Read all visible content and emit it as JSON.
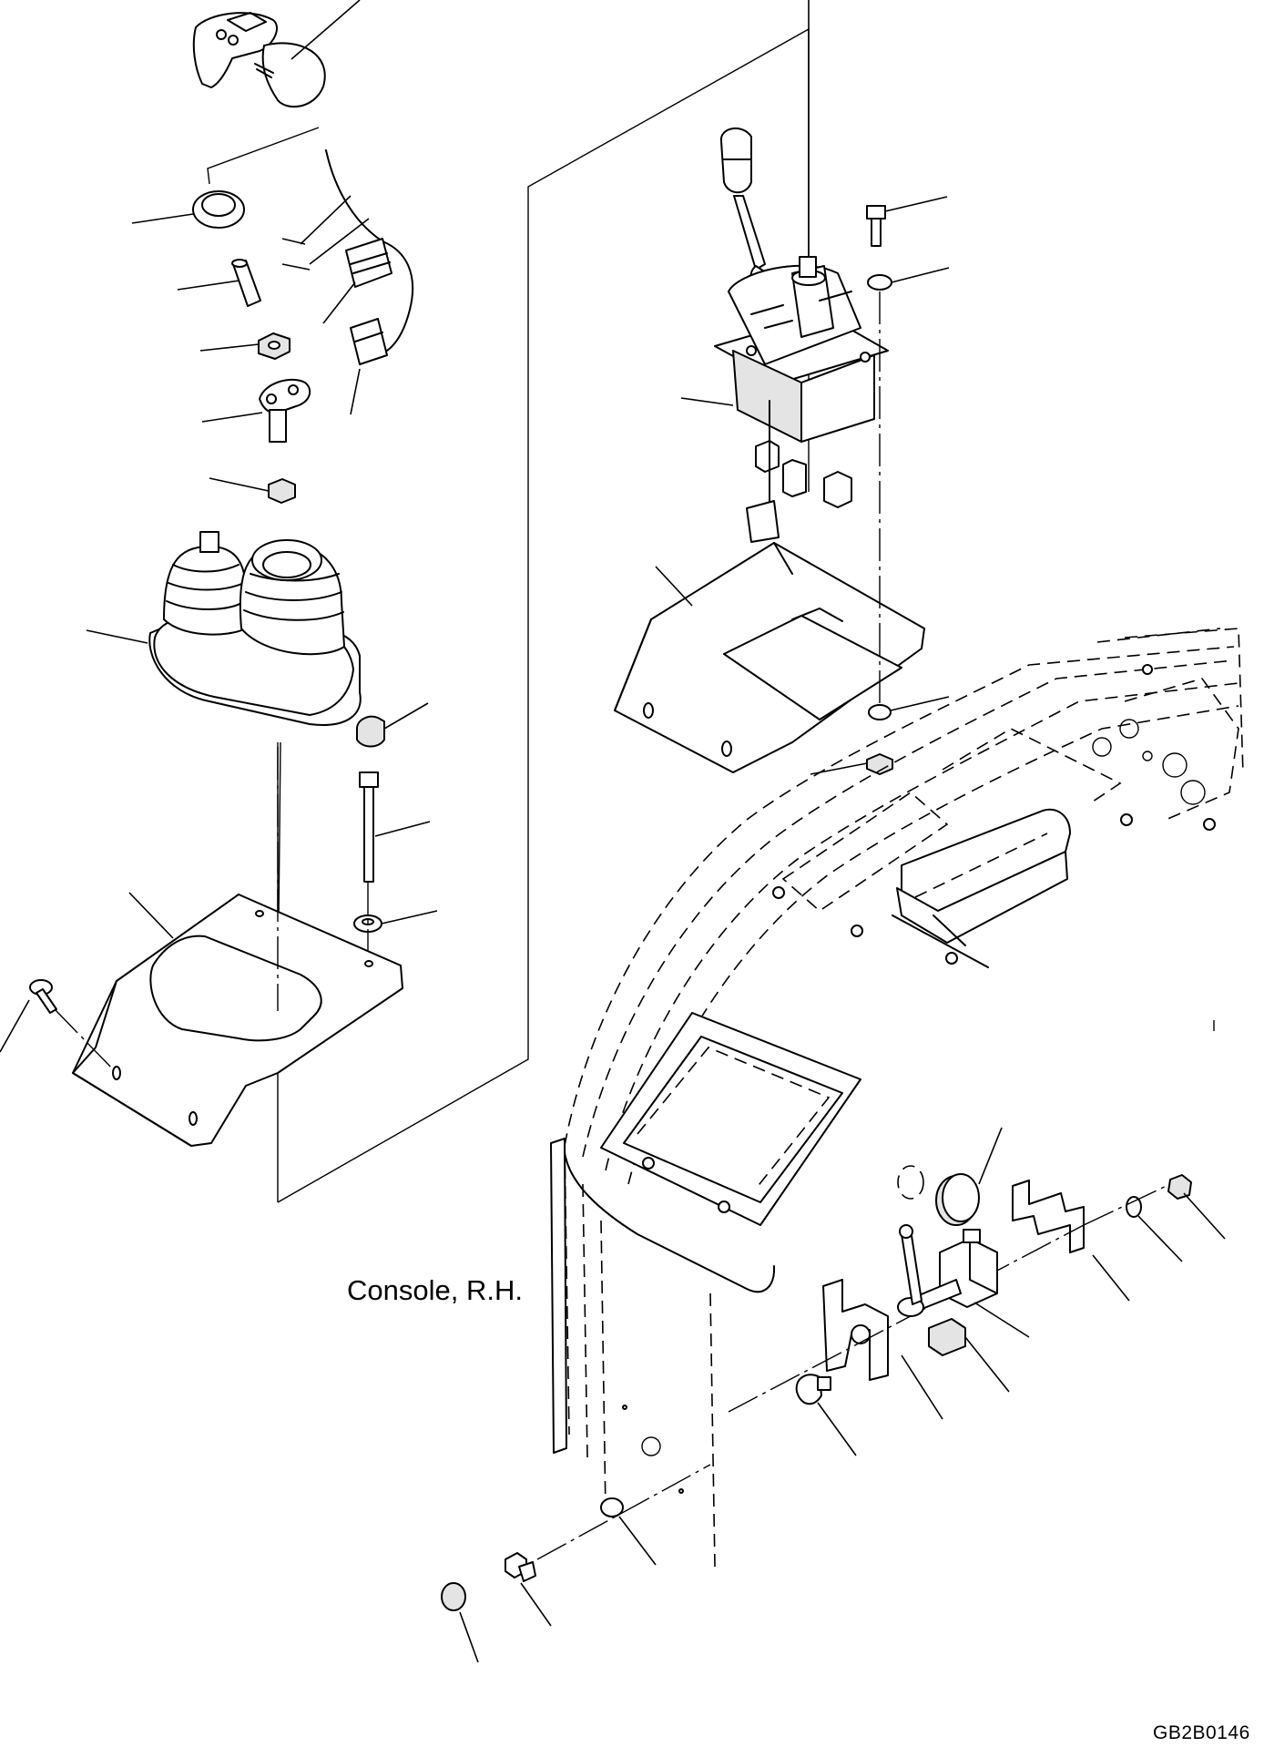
{
  "labels": {
    "console": "Console, R.H.",
    "drawing_code": "GB2B0146"
  },
  "parts": [
    {
      "name": "joystick-grip"
    },
    {
      "name": "ring-seal"
    },
    {
      "name": "pin"
    },
    {
      "name": "nut"
    },
    {
      "name": "lever-plate"
    },
    {
      "name": "lock-nut"
    },
    {
      "name": "rubber-boot"
    },
    {
      "name": "cap-nut"
    },
    {
      "name": "long-bolt"
    },
    {
      "name": "washer"
    },
    {
      "name": "console-cover-plate"
    },
    {
      "name": "screw-bolt"
    },
    {
      "name": "wire-harness"
    },
    {
      "name": "connector"
    },
    {
      "name": "pilot-control-valve"
    },
    {
      "name": "valve-cover-plate"
    },
    {
      "name": "console-rh"
    },
    {
      "name": "plug-cap"
    },
    {
      "name": "bracket"
    },
    {
      "name": "lock-lever-switch"
    },
    {
      "name": "damper-mount"
    }
  ]
}
